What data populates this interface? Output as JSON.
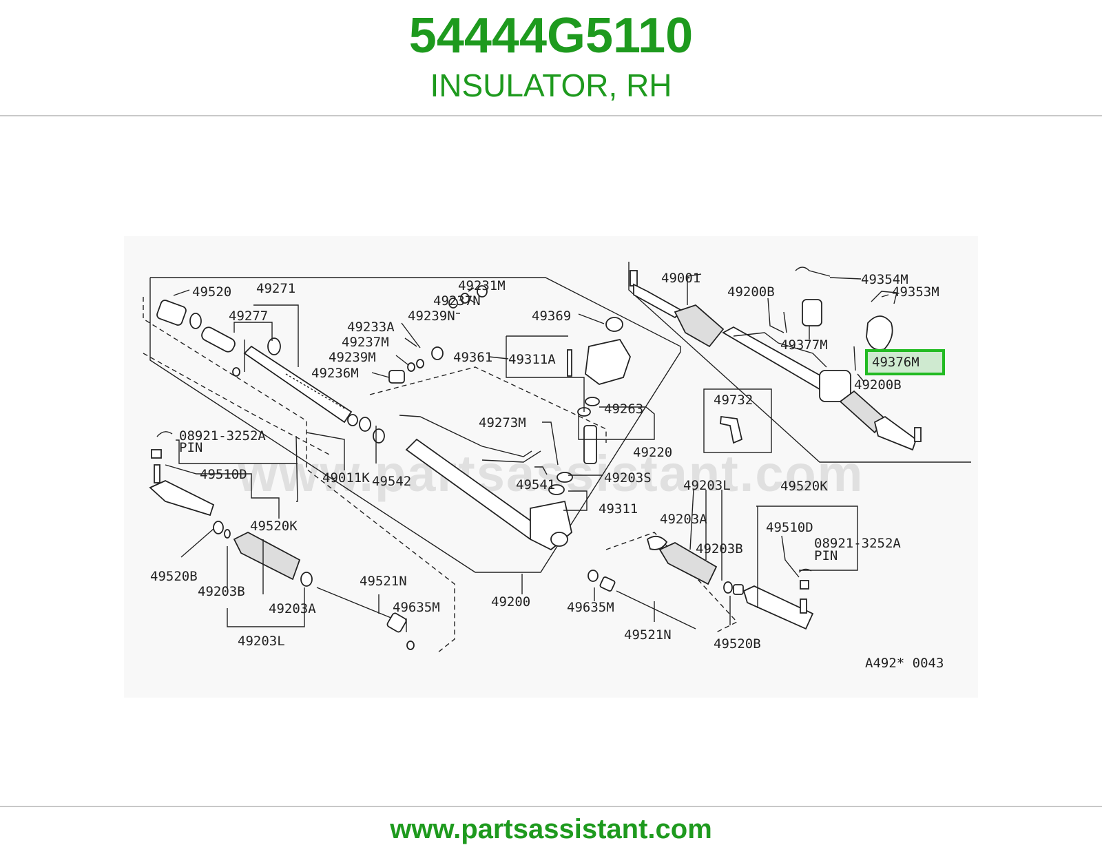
{
  "header": {
    "part_number": "54444G5110",
    "part_name": "INSULATOR, RH"
  },
  "diagram": {
    "watermark": "www.partsassistant.com",
    "figure_code": "A492* 0043",
    "highlight_color": "#22bb22",
    "labels": {
      "l49520": "49520",
      "l49271": "49271",
      "l49277": "49277",
      "l49231M": "49231M",
      "l49237N": "49237N",
      "l49239N": "49239N",
      "l49233A": "49233A",
      "l49237M": "49237M",
      "l49239M": "49239M",
      "l49236M": "49236M",
      "l49369": "49369",
      "l49361": "49361",
      "l49311A": "49311A",
      "l49263": "49263",
      "l49220": "49220",
      "l49273M": "49273M",
      "l49203S": "49203S",
      "l49541": "49541",
      "l49311": "49311",
      "l49011K": "49011K",
      "l49542": "49542",
      "l08921_left": "08921-3252A",
      "pin_left": "PIN",
      "l49510D_left": "49510D",
      "l49520K_left": "49520K",
      "l49520B_left": "49520B",
      "l49203B_left": "49203B",
      "l49203A_left": "49203A",
      "l49203L_left": "49203L",
      "l49521N_left": "49521N",
      "l49635M_left": "49635M",
      "l49200": "49200",
      "l49001": "49001",
      "l49200B_top": "49200B",
      "l49354M": "49354M",
      "l49353M": "49353M",
      "l49377M": "49377M",
      "l49376M": "49376M",
      "l49200B_mid": "49200B",
      "l49732": "49732",
      "l49203L_right": "49203L",
      "l49203A_right": "49203A",
      "l49203B_right": "49203B",
      "l49520K_right": "49520K",
      "l49510D_right": "49510D",
      "l08921_right": "08921-3252A",
      "pin_right": "PIN",
      "l49635M_right": "49635M",
      "l49521N_right": "49521N",
      "l49520B_right": "49520B"
    }
  },
  "footer": {
    "url": "www.partsassistant.com"
  }
}
